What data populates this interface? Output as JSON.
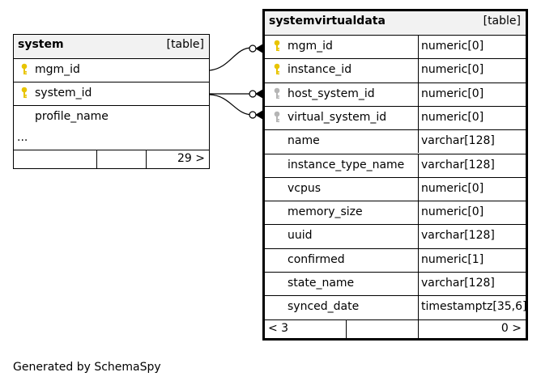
{
  "colors": {
    "key_primary": "#e8c400",
    "key_foreign": "#b5b5b5",
    "header_bg": "#f2f2f2"
  },
  "system": {
    "name": "system",
    "kind": "[table]",
    "columns": [
      {
        "name": "mgm_id",
        "key": "primary"
      },
      {
        "name": "system_id",
        "key": "primary"
      },
      {
        "name": "profile_name",
        "key": ""
      }
    ],
    "ellipsis": "...",
    "footer_count": "29 >"
  },
  "svd": {
    "name": "systemvirtualdata",
    "kind": "[table]",
    "columns": [
      {
        "name": "mgm_id",
        "type": "numeric[0]",
        "key": "primary"
      },
      {
        "name": "instance_id",
        "type": "numeric[0]",
        "key": "primary"
      },
      {
        "name": "host_system_id",
        "type": "numeric[0]",
        "key": "foreign"
      },
      {
        "name": "virtual_system_id",
        "type": "numeric[0]",
        "key": "foreign"
      },
      {
        "name": "name",
        "type": "varchar[128]",
        "key": ""
      },
      {
        "name": "instance_type_name",
        "type": "varchar[128]",
        "key": ""
      },
      {
        "name": "vcpus",
        "type": "numeric[0]",
        "key": ""
      },
      {
        "name": "memory_size",
        "type": "numeric[0]",
        "key": ""
      },
      {
        "name": "uuid",
        "type": "varchar[128]",
        "key": ""
      },
      {
        "name": "confirmed",
        "type": "numeric[1]",
        "key": ""
      },
      {
        "name": "state_name",
        "type": "varchar[128]",
        "key": ""
      },
      {
        "name": "synced_date",
        "type": "timestamptz[35,6]",
        "key": ""
      }
    ],
    "footer_left": "< 3",
    "footer_right": "0 >"
  },
  "footer": "Generated by SchemaSpy"
}
